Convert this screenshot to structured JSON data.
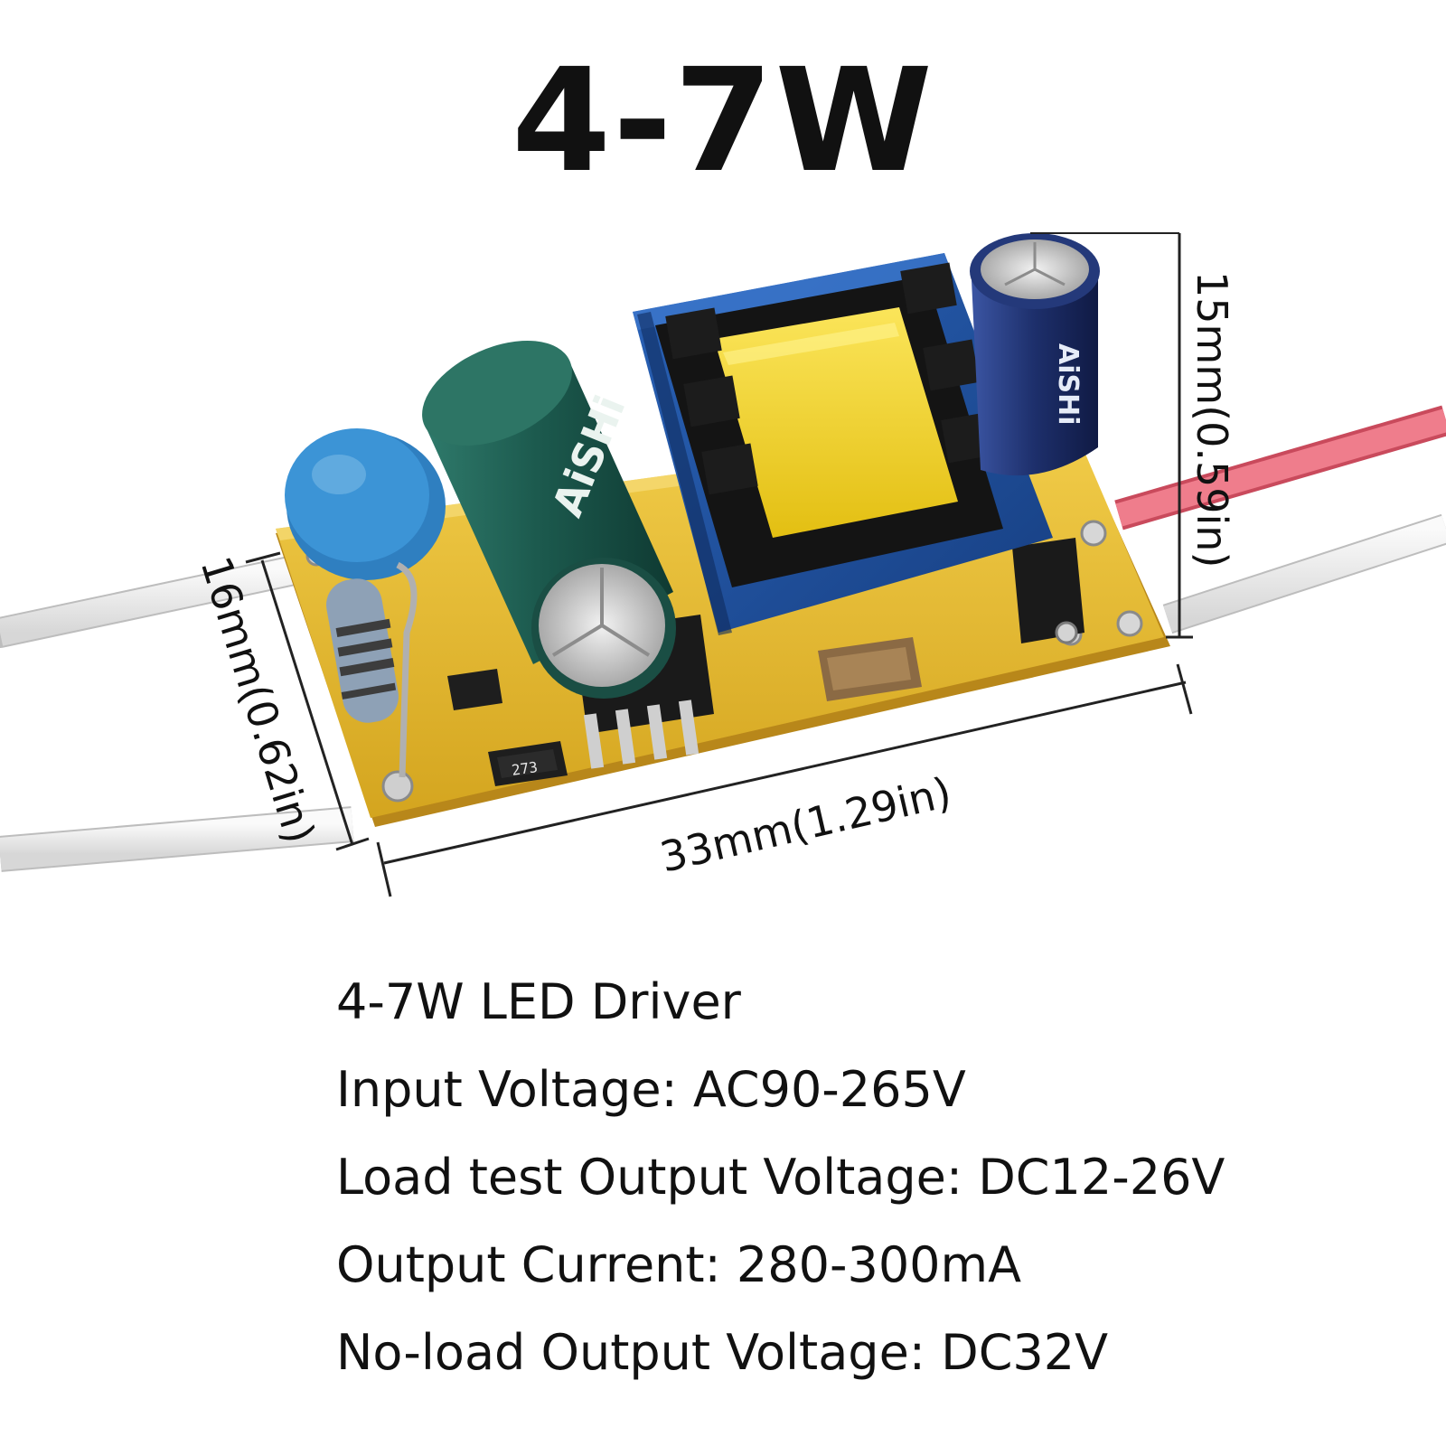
{
  "headline": "4-7W",
  "dimensions": {
    "length": "33mm(1.29in)",
    "width": "16mm(0.62in)",
    "height": "15mm(0.59in)"
  },
  "capacitor_brand": "AiSHi",
  "capacitor_code": "273",
  "specs": [
    "4-7W LED Driver",
    "Input Voltage: AC90-265V",
    "Load test Output Voltage: DC12-26V",
    "Output Current: 280-300mA",
    "No-load Output Voltage: DC32V"
  ],
  "colors": {
    "board": "#e2b62e",
    "transformer_case": "#1f4f9c",
    "transformer_coil": "#f2d629",
    "big_capacitor": "#1f5a4f",
    "small_capacitor": "#1d2f6b",
    "x_capacitor": "#3a8fd0",
    "red_wire": "#e86a7a",
    "white_wire": "#ededed"
  }
}
